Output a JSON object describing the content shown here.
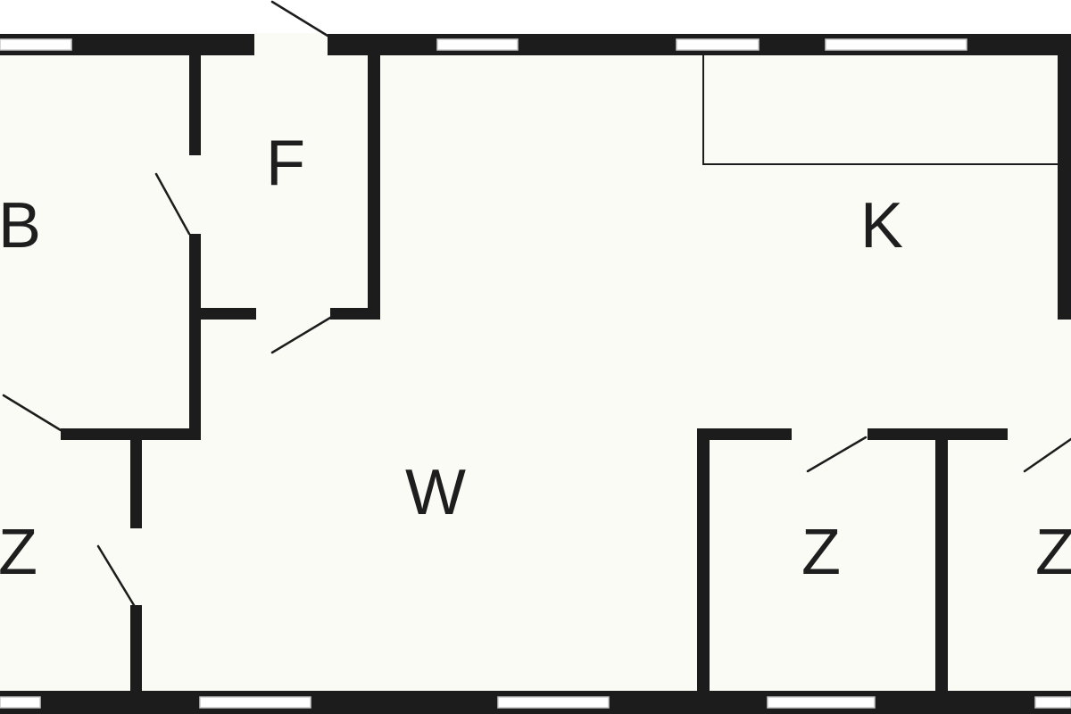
{
  "colors": {
    "floor": "#fbfbf5",
    "wall": "#1c1c1c",
    "background": "#ffffff",
    "window": "#ffffff"
  },
  "rooms": {
    "bathroom": {
      "label": "B"
    },
    "closet": {
      "label": "F"
    },
    "living": {
      "label": "W"
    },
    "kitchen": {
      "label": "K"
    },
    "bedroom_left": {
      "label": "Z"
    },
    "bedroom_middle": {
      "label": "Z"
    },
    "bedroom_right": {
      "label": "Z"
    }
  }
}
